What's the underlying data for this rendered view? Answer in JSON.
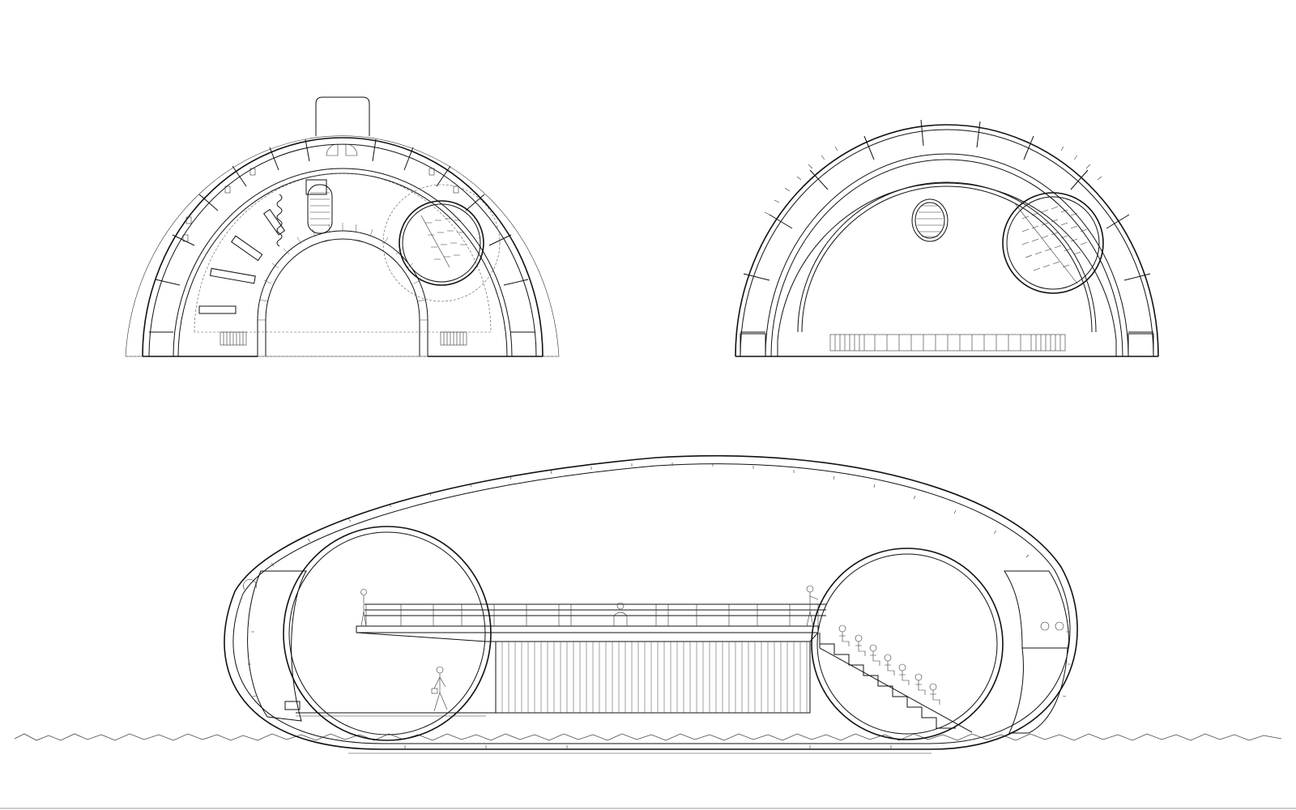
{
  "drawing": {
    "views": [
      {
        "name": "floor-plan-upper-left"
      },
      {
        "name": "roof-plan-upper-right"
      },
      {
        "name": "longitudinal-section"
      }
    ],
    "colors": {
      "line": "#111111",
      "background": "#ffffff",
      "ground": "#444444"
    }
  }
}
